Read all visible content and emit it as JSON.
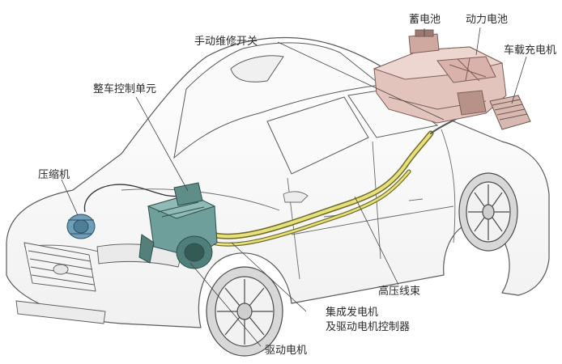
{
  "labels": {
    "battery_12v": "蓄电池",
    "power_battery": "动力电池",
    "onboard_charger": "车载充电机",
    "manual_service_switch": "手动维修开关",
    "vehicle_control_unit": "整车控制单元",
    "compressor": "压缩机",
    "hv_harness": "高压线束",
    "integrated_generator_line1": "集成发电机",
    "integrated_generator_line2": "及驱动电机控制器",
    "drive_motor": "驱动电机"
  },
  "colors": {
    "car_outline": "#5a5a5a",
    "battery_pack": "#e3c4bd",
    "battery_dark": "#9c7a73",
    "motor_unit": "#6f9f9a",
    "motor_dark": "#345a56",
    "compressor": "#6f9fb8",
    "harness": "#e8e07a",
    "leader_line": "#444444"
  }
}
